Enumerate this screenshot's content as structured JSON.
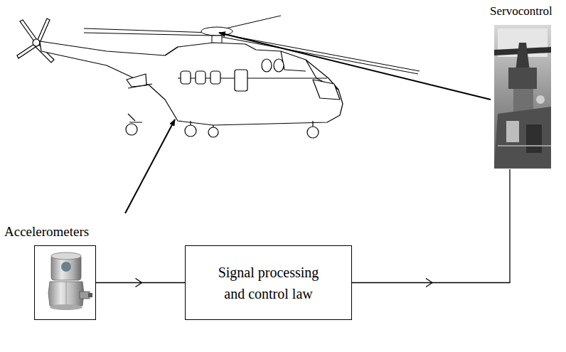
{
  "diagram": {
    "nodes": [
      {
        "text": [
          "Accelerometers"
        ]
      },
      {
        "text": [
          "Signal processing and control law"
        ]
      },
      {
        "text": [
          "Servocontrol"
        ]
      }
    ],
    "edges": [
      {
        "from": 0,
        "to": 1,
        "arrow": "to"
      },
      {
        "from": 1,
        "to": 2,
        "arrow": "to"
      }
    ]
  }
}
